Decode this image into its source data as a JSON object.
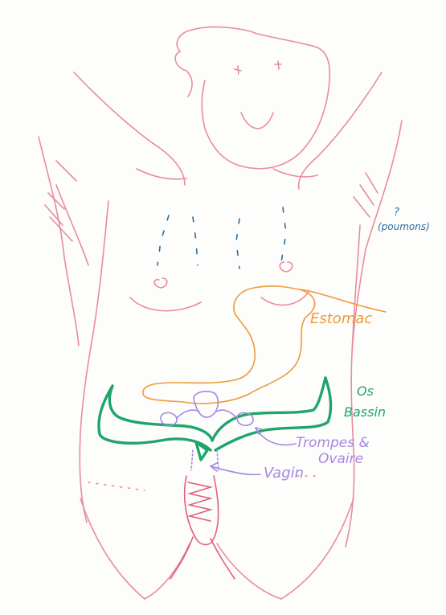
{
  "annotations": {
    "lungs_question": "?",
    "lungs": "(poumons)",
    "stomach": "Estomac",
    "pelvis_line1": "Os",
    "pelvis_line2": "Bassin",
    "tubes_line1": "Trompes &",
    "tubes_line2": "Ovaire",
    "vagina": "Vagin"
  },
  "colors": {
    "body_outline": "#e98c9c",
    "lungs": "#2c6e9e",
    "stomach": "#ef9a3a",
    "pelvis": "#1fa56b",
    "organs": "#a887e0",
    "vulva": "#e05f7d"
  }
}
